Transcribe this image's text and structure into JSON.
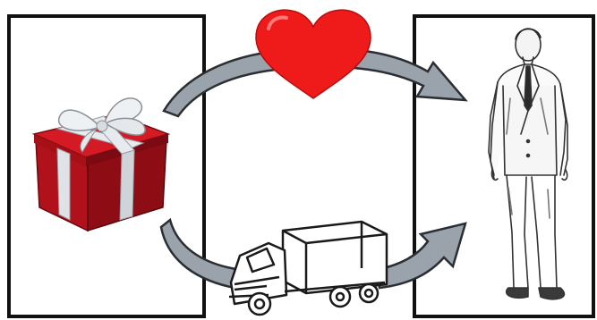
{
  "diagram": {
    "left_panel": {
      "item": "gift-box-icon"
    },
    "right_panel": {
      "item": "person-in-suit-illustration"
    },
    "top_connector": {
      "icon": "heart-icon",
      "direction": "left-to-right"
    },
    "bottom_connector": {
      "icon": "delivery-truck-icon",
      "direction": "left-to-right"
    }
  },
  "colors": {
    "frame": "#111111",
    "arrow_fill": "#9aa3ab",
    "arrow_stroke": "#2b2f33",
    "heart": "#ef1b1b",
    "gift_red": "#c4121b",
    "gift_ribbon": "#dfe3e7",
    "suit_line": "#333333"
  }
}
